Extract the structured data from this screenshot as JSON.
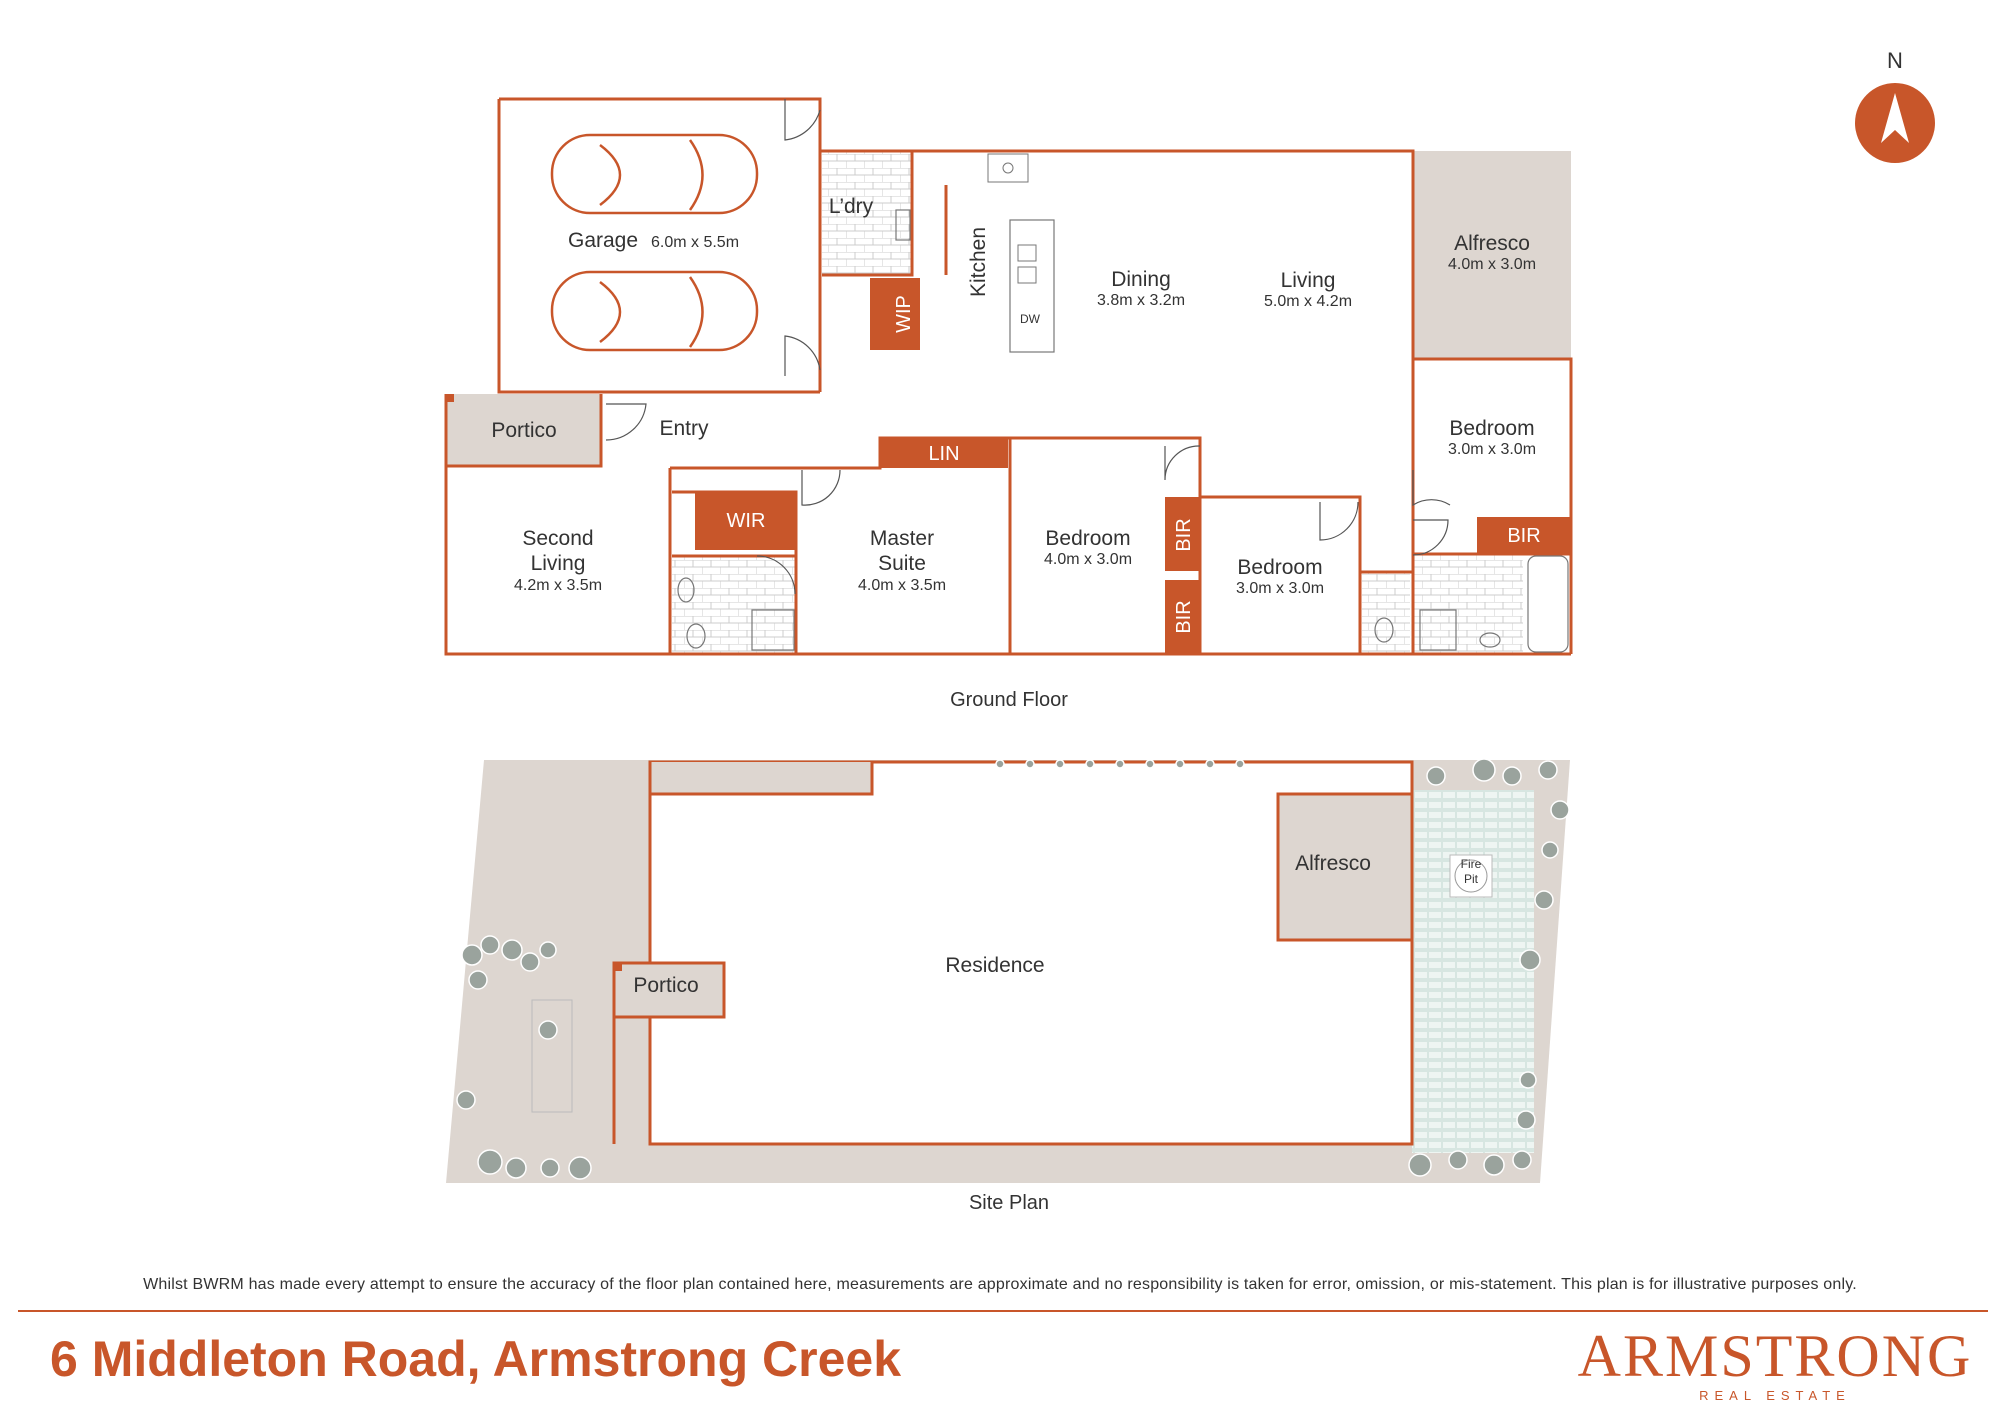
{
  "compass": {
    "label": "N",
    "icon": "north-arrow-icon"
  },
  "ground_floor": {
    "caption": "Ground Floor",
    "rooms": {
      "garage": {
        "name": "Garage",
        "dims": "6.0m x 5.5m"
      },
      "laundry": {
        "name": "L’dry"
      },
      "wip": {
        "name": "WIP"
      },
      "kitchen": {
        "name": "Kitchen"
      },
      "dw": {
        "name": "DW"
      },
      "dining": {
        "name": "Dining",
        "dims": "3.8m x 3.2m"
      },
      "living": {
        "name": "Living",
        "dims": "5.0m x 4.2m"
      },
      "alfresco": {
        "name": "Alfresco",
        "dims": "4.0m x 3.0m"
      },
      "portico": {
        "name": "Portico"
      },
      "entry": {
        "name": "Entry"
      },
      "lin": {
        "name": "LIN"
      },
      "second_living": {
        "name_line1": "Second",
        "name_line2": "Living",
        "dims": "4.2m x 3.5m"
      },
      "wir": {
        "name": "WIR"
      },
      "master": {
        "name_line1": "Master",
        "name_line2": "Suite",
        "dims": "4.0m x 3.5m"
      },
      "bedroom_2": {
        "name": "Bedroom",
        "dims": "4.0m x 3.0m"
      },
      "bir_1": {
        "name": "BIR"
      },
      "bir_2": {
        "name": "BIR"
      },
      "bedroom_3": {
        "name": "Bedroom",
        "dims": "3.0m x 3.0m"
      },
      "bedroom_4": {
        "name": "Bedroom",
        "dims": "3.0m x 3.0m"
      },
      "bir_3": {
        "name": "BIR"
      }
    }
  },
  "site_plan": {
    "caption": "Site Plan",
    "residence": "Residence",
    "alfresco": "Alfresco",
    "portico": "Portico",
    "fire_pit_line1": "Fire",
    "fire_pit_line2": "Pit"
  },
  "disclaimer": "Whilst BWRM  has made every attempt to ensure the accuracy of the floor plan contained here, measurements are approximate and no responsibility is taken for error, omission, or mis-statement. This plan is for illustrative purposes only.",
  "footer": {
    "address": "6 Middleton Road, Armstrong Creek",
    "brand": "ARMSTRONG",
    "brand_sub": "REAL ESTATE"
  },
  "colors": {
    "accent": "#c8562a",
    "concrete": "#ddd6d0",
    "lawn": "#d7e6e1",
    "text": "#333333"
  }
}
